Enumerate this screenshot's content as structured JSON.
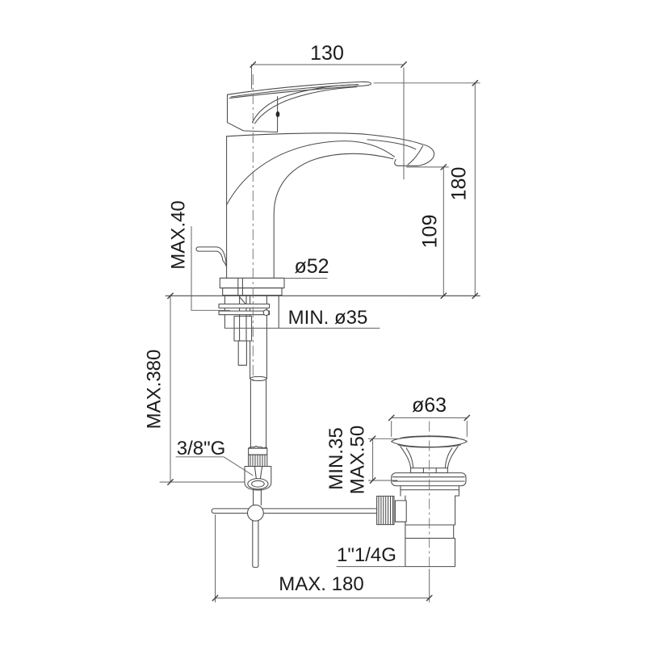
{
  "drawing": {
    "type": "faucet-dimensional-drawing",
    "line_color": "#4b4b4b",
    "text_color": "#1c1c1c",
    "background": "#ffffff"
  },
  "labels": {
    "spout_projection": "130",
    "overall_height": "180",
    "spout_height": "109",
    "max_deck_thickness": "MAX.40",
    "base_diameter": "ø52",
    "min_hole_diameter": "MIN. ø35",
    "max_supply_length": "MAX.380",
    "supply_thread": "3/8\"G",
    "waste_flange_diameter": "ø63",
    "waste_min_thickness": "MIN.35",
    "waste_max_thickness": "MAX.50",
    "waste_thread": "1\"1/4G",
    "max_rod_reach": "MAX. 180"
  }
}
